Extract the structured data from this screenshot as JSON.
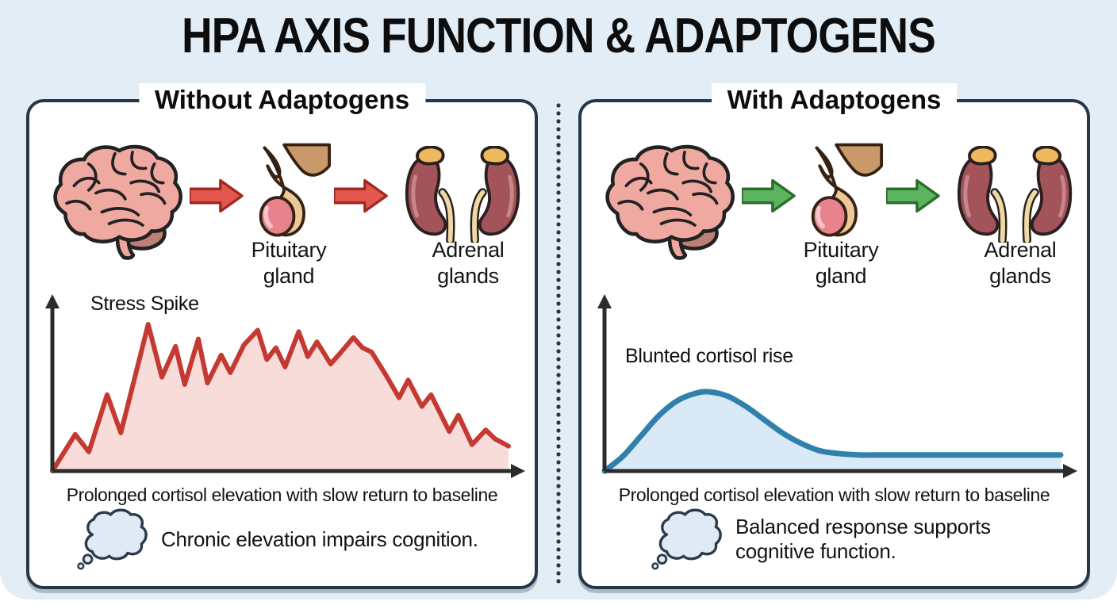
{
  "title": "HPA AXIS FUNCTION & ADAPTOGENS",
  "colors": {
    "canvas_background": "#e2edf5",
    "panel_background": "#ffffff",
    "panel_border": "#26374a",
    "red_arrow_fill": "#e4574f",
    "red_arrow_stroke": "#9e2b23",
    "green_arrow_fill": "#5cb55e",
    "green_arrow_stroke": "#2d6b2f",
    "red_line": "#c43a32",
    "red_fill": "#f8dcda",
    "blue_line": "#2f81ab",
    "blue_fill": "#d9e9f5"
  },
  "panels": [
    {
      "header": "Without Adaptogens",
      "arrow_fill": "#e4574f",
      "arrow_stroke": "#9e2b23",
      "organs": {
        "brain": "brain",
        "pituitary_label": "Pituitary gland",
        "adrenal_label": "Adrenal glands"
      },
      "caption": "Prolonged cortisol elevation with slow return to baseline",
      "thought": "Chronic elevation impairs cognition."
    },
    {
      "header": "With Adaptogens",
      "arrow_fill": "#5cb55e",
      "arrow_stroke": "#2d6b2f",
      "organs": {
        "brain": "brain",
        "pituitary_label": "Pituitary gland",
        "adrenal_label": "Adrenal glands"
      },
      "caption": "Prolonged cortisol elevation with slow return to baseline",
      "thought": "Balanced response supports cognitive function."
    }
  ],
  "chart_data": [
    {
      "type": "area",
      "panel": "without_adaptogens",
      "annotation": "Stress Spike",
      "xlabel": "Prolonged cortisol elevation with slow return to baseline",
      "ylabel": "",
      "x_range": [
        0,
        100
      ],
      "y_range": [
        0,
        100
      ],
      "grid": false,
      "smooth": false,
      "line_color": "#c43a32",
      "fill_color": "#f8dcda",
      "line_width": 6,
      "points": [
        [
          0,
          0
        ],
        [
          5,
          25
        ],
        [
          8,
          13
        ],
        [
          12,
          52
        ],
        [
          15,
          26
        ],
        [
          21,
          100
        ],
        [
          24,
          64
        ],
        [
          27,
          85
        ],
        [
          29,
          59
        ],
        [
          32,
          90
        ],
        [
          34,
          60
        ],
        [
          37,
          79
        ],
        [
          39,
          67
        ],
        [
          42,
          86
        ],
        [
          45,
          96
        ],
        [
          47,
          76
        ],
        [
          49,
          84
        ],
        [
          51,
          71
        ],
        [
          54,
          95
        ],
        [
          56,
          78
        ],
        [
          58,
          88
        ],
        [
          61,
          73
        ],
        [
          63,
          80
        ],
        [
          66,
          91
        ],
        [
          68,
          84
        ],
        [
          70,
          81
        ],
        [
          73,
          66
        ],
        [
          76,
          50
        ],
        [
          78,
          62
        ],
        [
          81,
          44
        ],
        [
          83,
          52
        ],
        [
          87,
          27
        ],
        [
          89,
          38
        ],
        [
          92,
          18
        ],
        [
          95,
          28
        ],
        [
          97,
          22
        ],
        [
          100,
          17
        ]
      ]
    },
    {
      "type": "area",
      "panel": "with_adaptogens",
      "annotation": "Blunted cortisol rise",
      "xlabel": "Prolonged cortisol elevation with slow return to baseline",
      "ylabel": "",
      "x_range": [
        0,
        100
      ],
      "y_range": [
        0,
        100
      ],
      "grid": false,
      "smooth": true,
      "line_color": "#2f81ab",
      "fill_color": "#d9e9f5",
      "line_width": 7,
      "points": [
        [
          0,
          0
        ],
        [
          4,
          10
        ],
        [
          8,
          24
        ],
        [
          12,
          38
        ],
        [
          16,
          48
        ],
        [
          20,
          53
        ],
        [
          23,
          54
        ],
        [
          27,
          51
        ],
        [
          31,
          44
        ],
        [
          35,
          35
        ],
        [
          39,
          26
        ],
        [
          43,
          19
        ],
        [
          47,
          14
        ],
        [
          51,
          12
        ],
        [
          56,
          11
        ],
        [
          62,
          11
        ],
        [
          70,
          11
        ],
        [
          80,
          11
        ],
        [
          90,
          11
        ],
        [
          100,
          11
        ]
      ]
    }
  ]
}
